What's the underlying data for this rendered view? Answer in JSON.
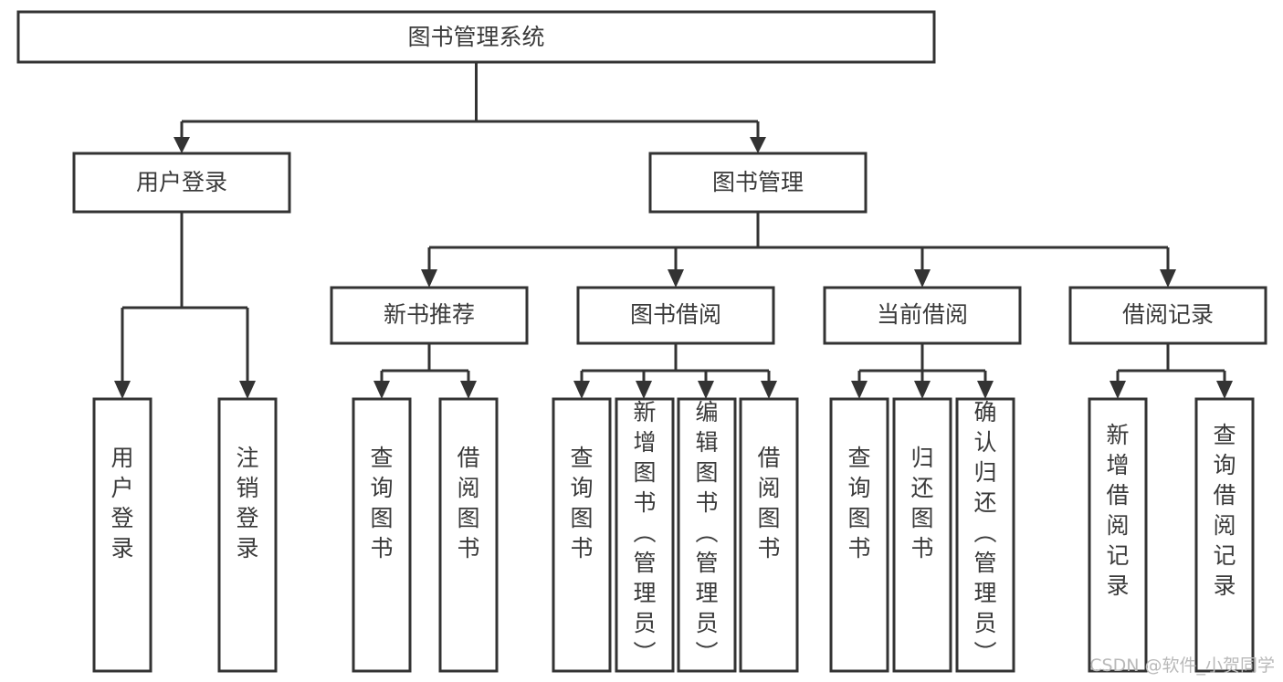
{
  "diagram": {
    "type": "tree",
    "orientation": "top-down",
    "title": "图书管理系统",
    "root": {
      "id": "root",
      "label": "图书管理系统",
      "orientation": "horizontal"
    },
    "level2": [
      {
        "id": "user-login",
        "label": "用户登录",
        "orientation": "horizontal"
      },
      {
        "id": "book-manage",
        "label": "图书管理",
        "orientation": "horizontal"
      }
    ],
    "level3": [
      {
        "id": "new-book-rec",
        "label": "新书推荐",
        "parent": "book-manage",
        "orientation": "horizontal"
      },
      {
        "id": "book-borrow",
        "label": "图书借阅",
        "parent": "book-manage",
        "orientation": "horizontal"
      },
      {
        "id": "current-borrow",
        "label": "当前借阅",
        "parent": "book-manage",
        "orientation": "horizontal"
      },
      {
        "id": "borrow-record",
        "label": "借阅记录",
        "parent": "book-manage",
        "orientation": "horizontal"
      }
    ],
    "leaves": [
      {
        "id": "leaf-user-login",
        "label": "用户登录",
        "parent": "user-login",
        "orientation": "vertical"
      },
      {
        "id": "leaf-logout",
        "label": "注销登录",
        "parent": "user-login",
        "orientation": "vertical"
      },
      {
        "id": "leaf-query-book-1",
        "label": "查询图书",
        "parent": "new-book-rec",
        "orientation": "vertical"
      },
      {
        "id": "leaf-borrow-book-1",
        "label": "借阅图书",
        "parent": "new-book-rec",
        "orientation": "vertical"
      },
      {
        "id": "leaf-query-book-2",
        "label": "查询图书",
        "parent": "book-borrow",
        "orientation": "vertical"
      },
      {
        "id": "leaf-add-book",
        "label": "新增图书（管理员）",
        "parent": "book-borrow",
        "orientation": "vertical"
      },
      {
        "id": "leaf-edit-book",
        "label": "编辑图书（管理员）",
        "parent": "book-borrow",
        "orientation": "vertical"
      },
      {
        "id": "leaf-borrow-book-2",
        "label": "借阅图书",
        "parent": "book-borrow",
        "orientation": "vertical"
      },
      {
        "id": "leaf-query-book-3",
        "label": "查询图书",
        "parent": "current-borrow",
        "orientation": "vertical"
      },
      {
        "id": "leaf-return-book",
        "label": "归还图书",
        "parent": "current-borrow",
        "orientation": "vertical"
      },
      {
        "id": "leaf-confirm-return",
        "label": "确认归还（管理员）",
        "parent": "current-borrow",
        "orientation": "vertical"
      },
      {
        "id": "leaf-add-record",
        "label": "新增借阅记录",
        "parent": "borrow-record",
        "orientation": "vertical"
      },
      {
        "id": "leaf-query-record",
        "label": "查询借阅记录",
        "parent": "borrow-record",
        "orientation": "vertical"
      }
    ]
  },
  "watermark": {
    "text": "CSDN @软件_小贺同学"
  },
  "colors": {
    "background": "#ffffff",
    "box_fill": "#ffffff",
    "box_stroke": "#333333",
    "text": "#3a3a3a",
    "watermark": "#b9b9b9"
  }
}
